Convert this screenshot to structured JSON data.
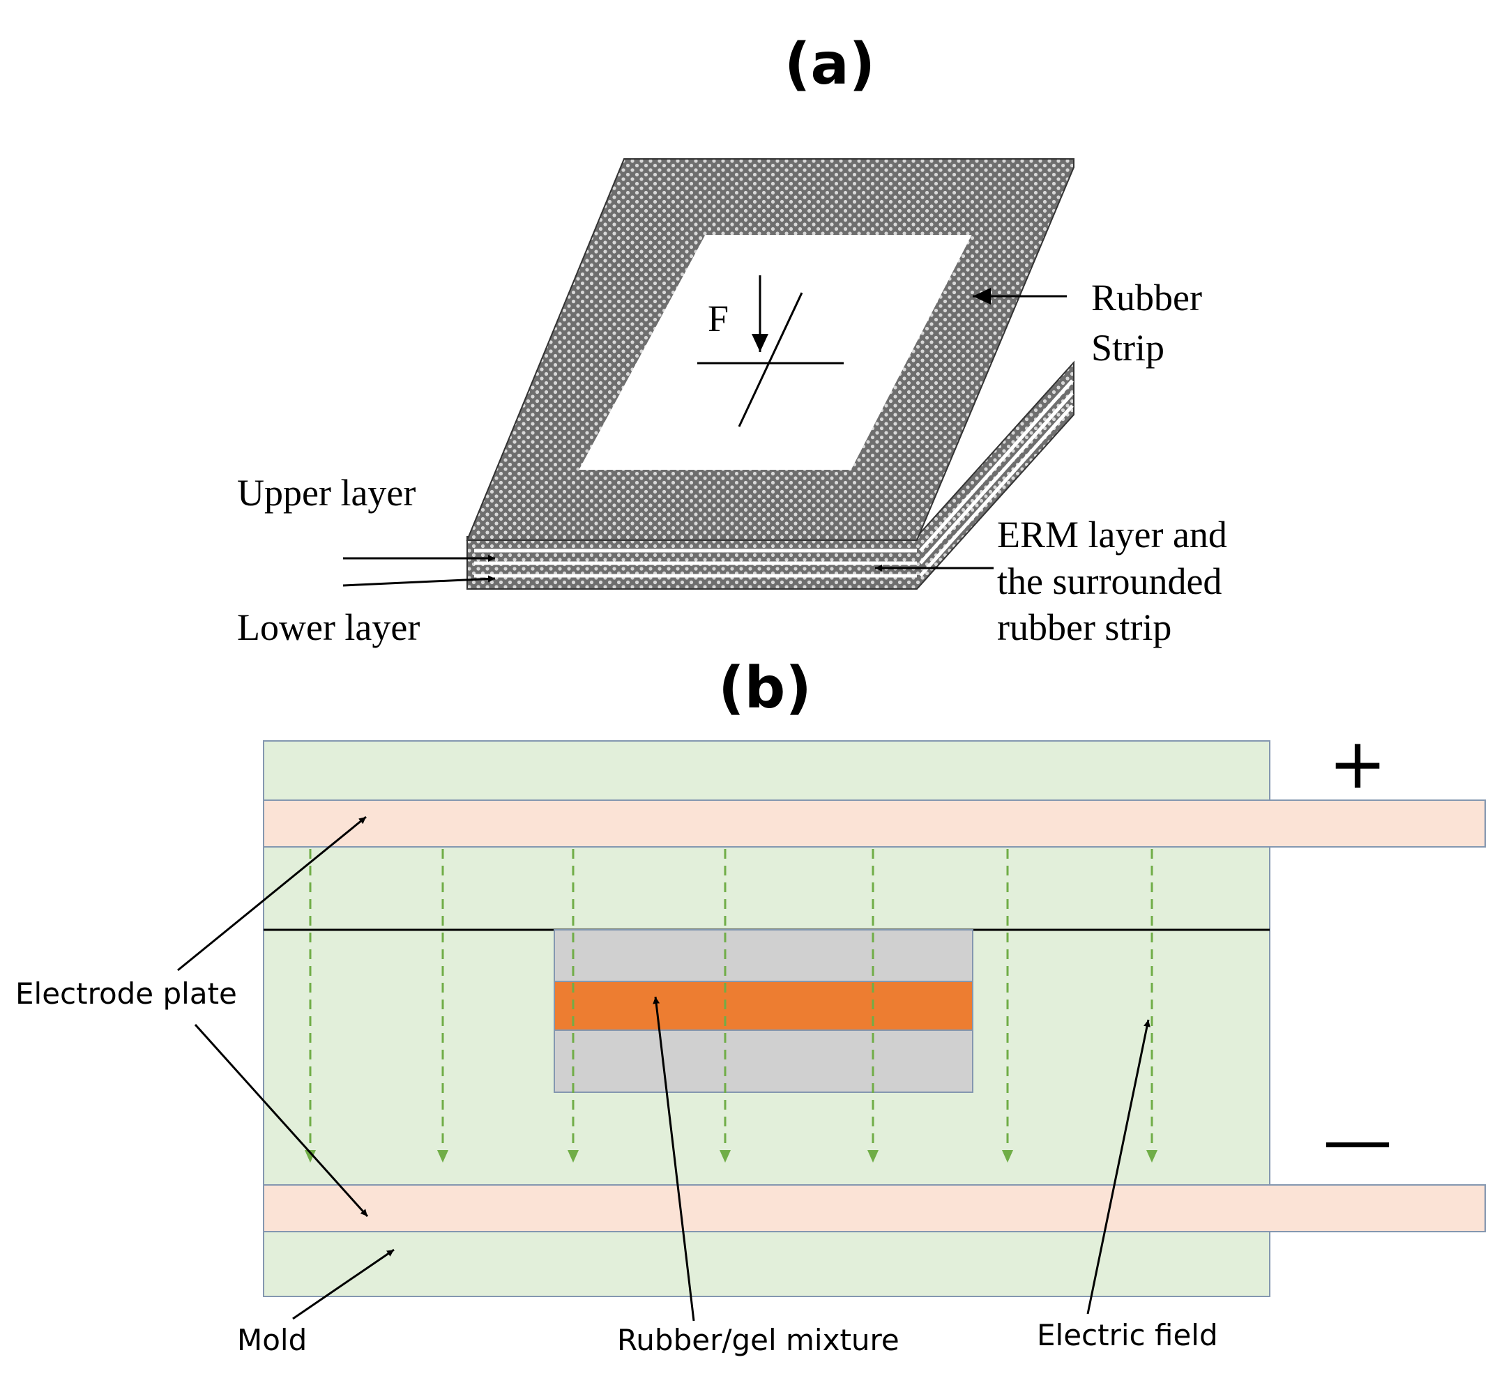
{
  "panel_a": {
    "label": "(a)",
    "force_label": "F",
    "rubber_strip_label": [
      "Rubber",
      "Strip"
    ],
    "upper_layer_label": "Upper layer",
    "lower_layer_label": "Lower layer",
    "erm_layer_label": [
      "ERM layer and",
      "the  surrounded",
      "rubber strip"
    ]
  },
  "panel_b": {
    "label": "(b)",
    "plus_sign": "+",
    "minus_sign": "—",
    "electrode_plate_label": "Electrode plate",
    "mold_label": "Mold",
    "mixture_label": "Rubber/gel mixture",
    "electric_field_label": "Electric field"
  },
  "colors": {
    "mold_fill": "#e2efda",
    "electrode_fill": "#fbe3d6",
    "mixture_fill": "#ed7d31",
    "cavity_fill": "#d0d0d0",
    "field_line": "#70ad47",
    "strip_texture": "#707070"
  }
}
